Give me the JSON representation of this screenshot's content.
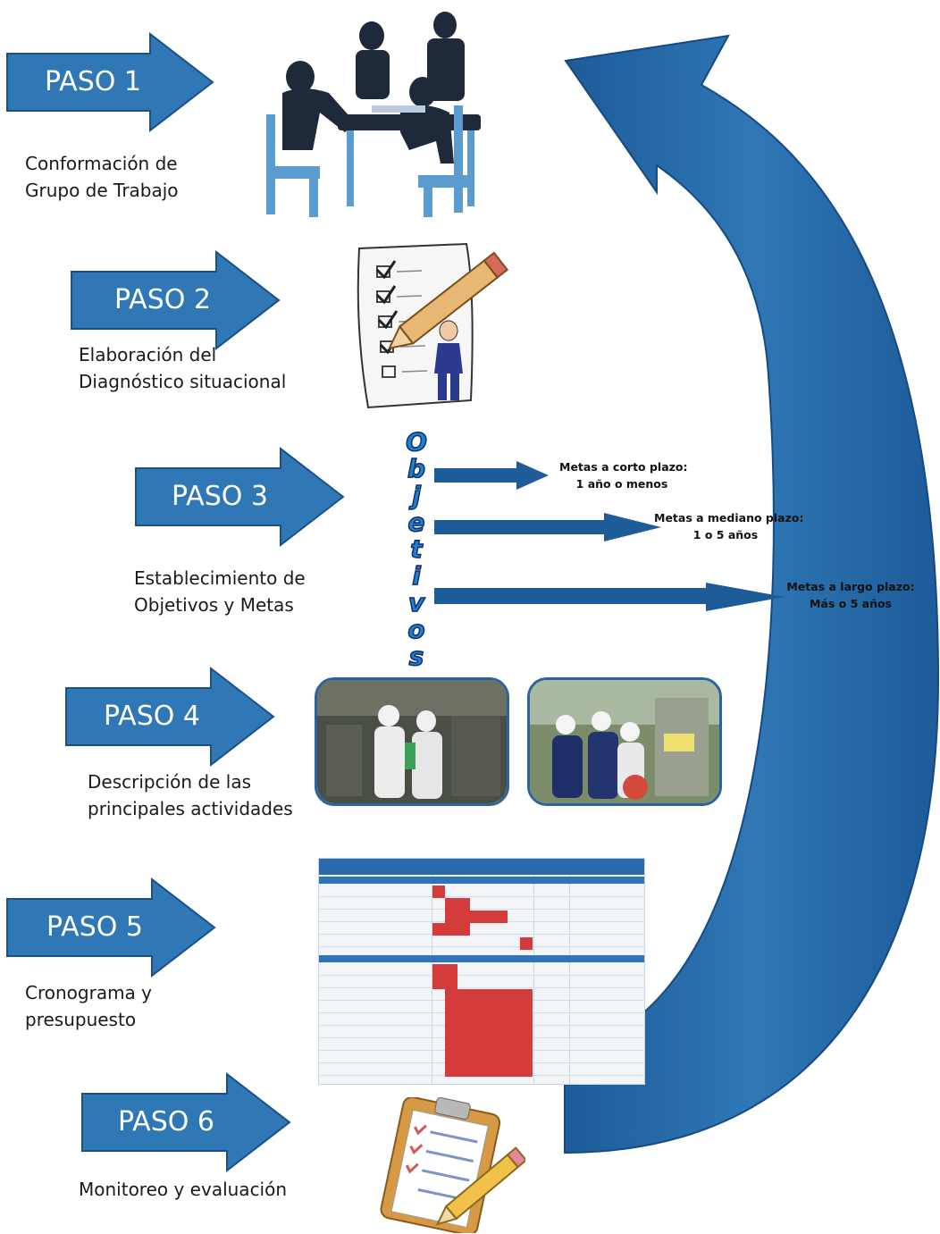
{
  "steps": [
    {
      "label": "PASO 1",
      "lines": [
        "Conformación de",
        "Grupo de Trabajo"
      ]
    },
    {
      "label": "PASO 2",
      "lines": [
        "Elaboración del",
        "Diagnóstico situacional"
      ]
    },
    {
      "label": "PASO  3",
      "lines": [
        "Establecimiento de",
        "Objetivos y Metas"
      ]
    },
    {
      "label": "PASO 4",
      "lines": [
        "Descripción de las",
        "principales actividades"
      ]
    },
    {
      "label": "PASO 5",
      "lines": [
        "Cronograma y",
        "presupuesto"
      ]
    },
    {
      "label": "PASO 6",
      "lines": [
        "Monitoreo y evaluación"
      ]
    }
  ],
  "objetivos_letters": [
    "O",
    "b",
    "j",
    "e",
    "t",
    "i",
    "v",
    "o",
    "s"
  ],
  "goals": [
    {
      "title": "Metas a corto plazo:",
      "period": "1 año o menos"
    },
    {
      "title": "Metas a mediano plazo:",
      "period": "1  o 5 años"
    },
    {
      "title": "Metas a largo plazo:",
      "period": "Más o 5 años"
    }
  ],
  "icons": {
    "step1_image": "meeting-people-icon",
    "step2_image": "checklist-pencil-icon",
    "step4_images": [
      "workers-photo-1",
      "workers-photo-2"
    ],
    "step5_image": "schedule-spreadsheet-icon",
    "step6_image": "clipboard-pencil-icon",
    "cycle_arrow": "curved-return-arrow-icon"
  },
  "colors": {
    "arrow_blue": "#2f77b5",
    "arrow_dark": "#1b4f86",
    "text": "#1a1a1a"
  }
}
